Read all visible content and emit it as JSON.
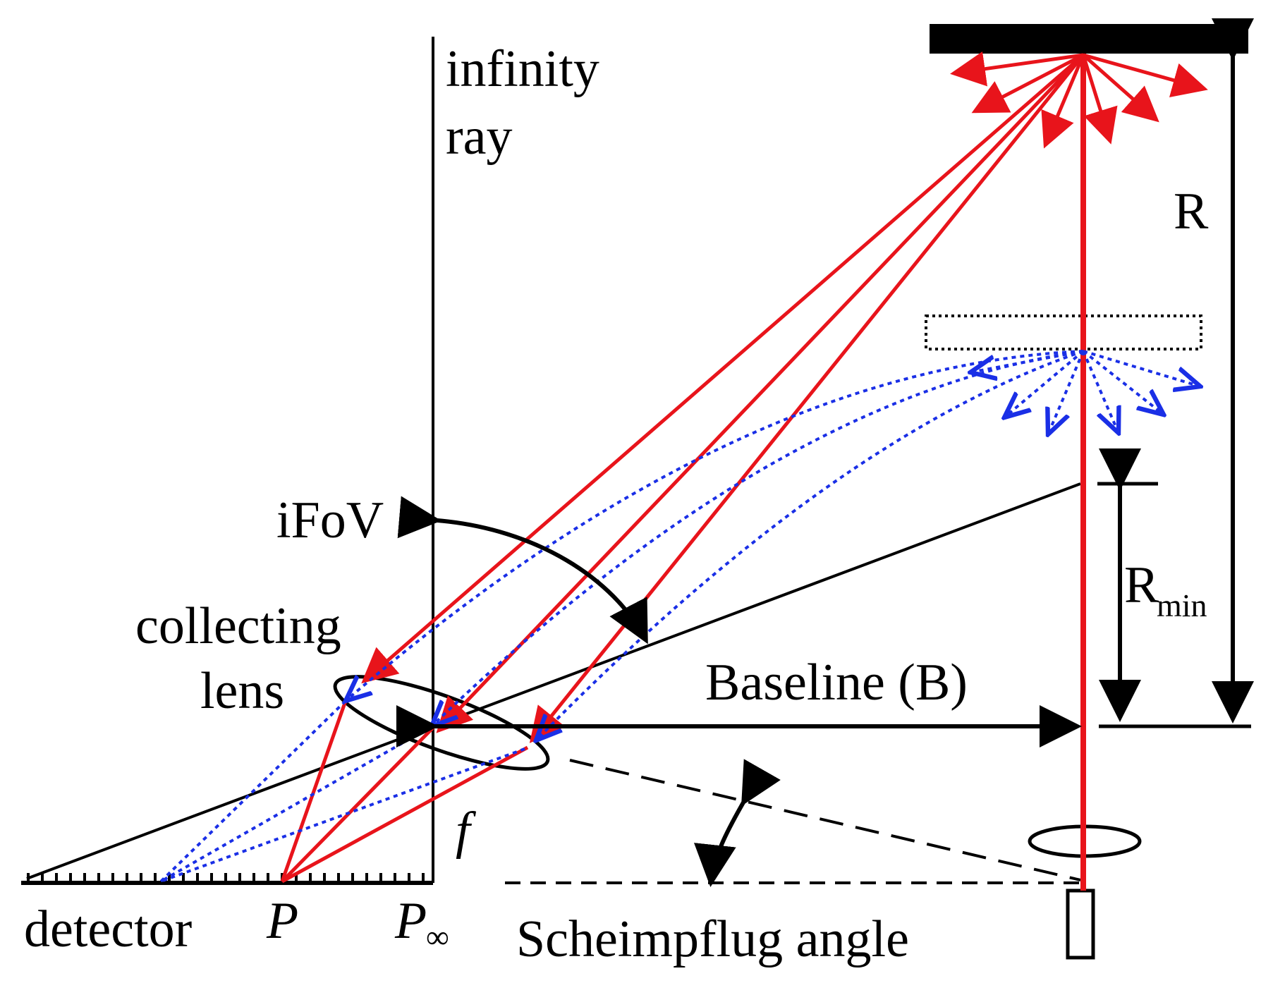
{
  "labels": {
    "infinity": "infinity",
    "ray": "ray",
    "R": "R",
    "R_min_base": "R",
    "R_min_sub": "min",
    "iFoV": "iFoV",
    "collecting": "collecting",
    "lens": "lens",
    "baseline": "Baseline (B)",
    "f": "f",
    "detector": "detector",
    "P": "P",
    "P_inf_base": "P",
    "P_inf_sub": "∞",
    "scheimpflug": "Scheimpflug angle"
  },
  "colors": {
    "laser_ray": "#e8141b",
    "near_ray": "#1a2fe6",
    "structure": "#000000"
  }
}
